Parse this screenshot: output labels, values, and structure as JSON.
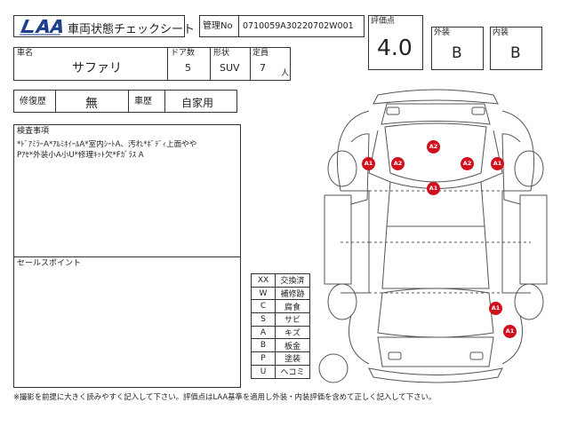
{
  "header": {
    "logo_text": "LAA",
    "title": "車両状態チェックシート",
    "mgmt_label": "管理No",
    "mgmt_no": "0710059A30220702W001"
  },
  "grade": {
    "score_label": "評価点",
    "score": "4.0",
    "exterior_label": "外装",
    "exterior": "B",
    "interior_label": "内装",
    "interior": "B"
  },
  "vehicle": {
    "name_label": "車名",
    "name": "サファリ",
    "doors_label": "ドア数",
    "doors": "5",
    "shape_label": "形状",
    "shape": "SUV",
    "capacity_label": "定員",
    "capacity": "7",
    "capacity_unit": "人"
  },
  "history": {
    "repair_label": "修復歴",
    "repair": "無",
    "type_label": "車歴",
    "type": "自家用"
  },
  "inspection": {
    "label": "検査事項",
    "line1": "*ﾄﾞｱﾐﾗｰA*ｱﾙﾐﾎｲｰﾙA*室内ｼｰﾄA、汚れ*ﾎﾞﾃﾞｨ上面やや",
    "line2": "Pｱｾ*外装小A小U*修理ｷｯﾄ欠*Fｶﾞﾗｽ A"
  },
  "sales": {
    "label": "セールスポイント"
  },
  "legend": [
    {
      "code": "XX",
      "meaning": "交換済"
    },
    {
      "code": "W",
      "meaning": "補修跡"
    },
    {
      "code": "C",
      "meaning": "腐食"
    },
    {
      "code": "S",
      "meaning": "サビ"
    },
    {
      "code": "A",
      "meaning": "キズ"
    },
    {
      "code": "B",
      "meaning": "板金"
    },
    {
      "code": "P",
      "meaning": "塗装"
    },
    {
      "code": "U",
      "meaning": "ヘコミ"
    }
  ],
  "damage_marks": [
    "A2",
    "A1",
    "A2",
    "A2",
    "A1",
    "A1",
    "A1",
    "A1"
  ],
  "colors": {
    "mark": "#d0101c",
    "logo": "#1f3f8f"
  },
  "footer": "※撮影を前提に大きく読みやすく記入して下さい。評価点はLAA基準を適用し外装・内装評価を含めて正しく記入して下さい。"
}
